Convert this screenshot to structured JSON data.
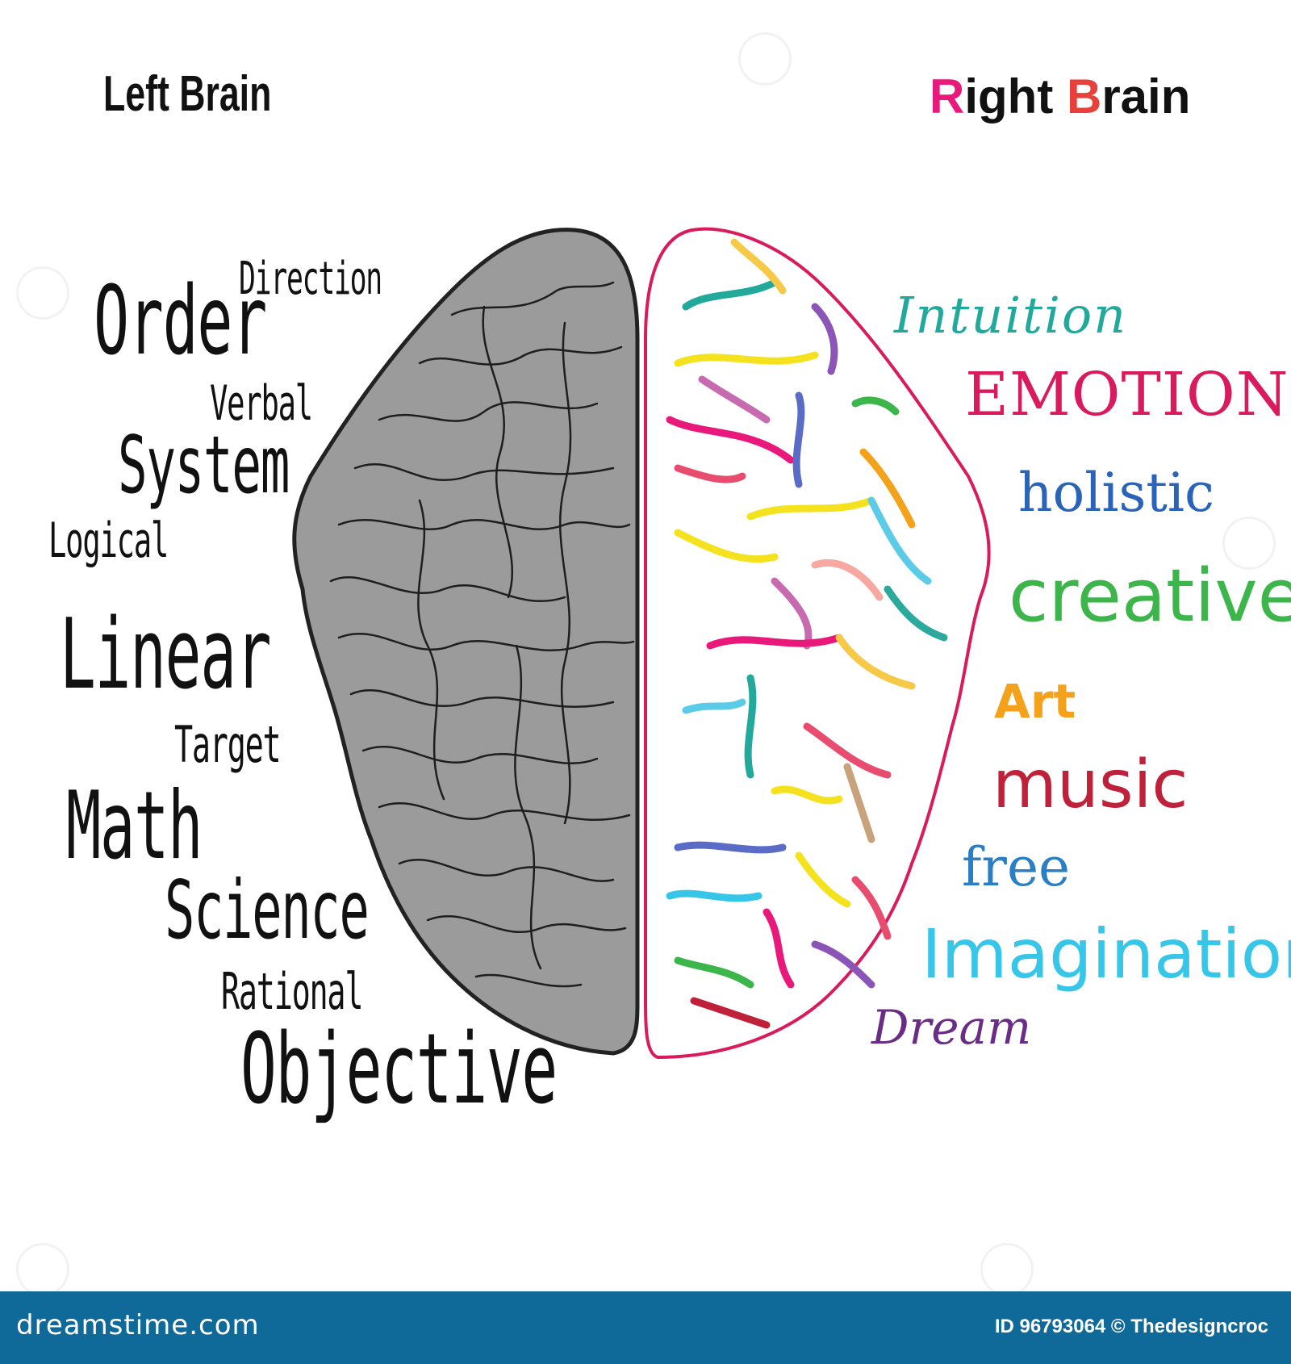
{
  "left": {
    "title": "Left Brain",
    "words": [
      "Direction",
      "Order",
      "Verbal",
      "System",
      "Logical",
      "Linear",
      "Target",
      "Math",
      "Science",
      "Rational",
      "Objective"
    ]
  },
  "right": {
    "title_first_letter_1": "R",
    "title_rest_1": "ight ",
    "title_first_letter_2": "B",
    "title_rest_2": "rain",
    "words": [
      "Intuition",
      "EMOTION",
      "holistic",
      "creative",
      "Art",
      "music",
      "free",
      "Imagination",
      "Dream"
    ]
  },
  "colors": {
    "left_hemisphere_fill": "#9b9b9b",
    "right_hemisphere_outline": "#d91a5c",
    "intuition": "#22a99c",
    "emotion": "#d91a5c",
    "holistic": "#2a63b7",
    "creative": "#3cb54a",
    "art": "#f4a11c",
    "music": "#c0213a",
    "free": "#2a7fc4",
    "imagination": "#37c6e8",
    "dream": "#6a2d86",
    "title_accent_r": "#e8197a",
    "title_accent_b": "#e8413c",
    "footer_bg": "#0f6a9a"
  },
  "footer": {
    "site": "dreamstime.com",
    "credit": "ID 96793064 © Thedesigncroc"
  }
}
